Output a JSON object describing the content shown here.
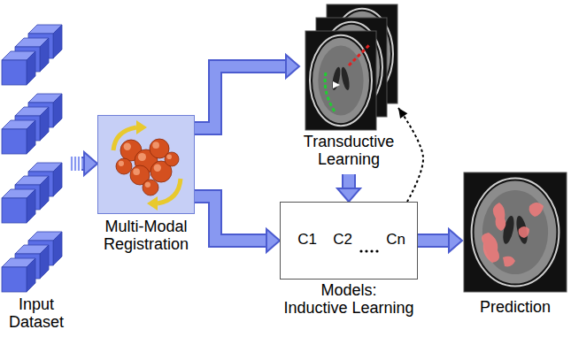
{
  "diagram": {
    "nodes": [
      {
        "text": [
          "Input Dataset"
        ]
      },
      {
        "text": [
          "Multi-Modal Registration"
        ]
      },
      {
        "text": [
          "Transductive Learning"
        ]
      },
      {
        "text": [
          "Models:",
          "Inductive Learning"
        ]
      },
      {
        "text": [
          "C1"
        ],
        "in": 3
      },
      {
        "text": [
          "C2"
        ],
        "in": 3
      },
      {
        "text": [
          "Cn"
        ],
        "in": 3
      },
      {
        "text": [
          "Prediction"
        ]
      }
    ],
    "edges": [
      {
        "from": 0,
        "to": 1,
        "arrow": "to"
      },
      {
        "from": 1,
        "to": 2,
        "arrow": "to"
      },
      {
        "from": 1,
        "to": 3,
        "arrow": "to"
      },
      {
        "from": 2,
        "to": 3,
        "arrow": "to"
      },
      {
        "from": 3,
        "to": 2,
        "arrow": "to"
      },
      {
        "from": 3,
        "to": 7,
        "arrow": "to"
      }
    ]
  }
}
